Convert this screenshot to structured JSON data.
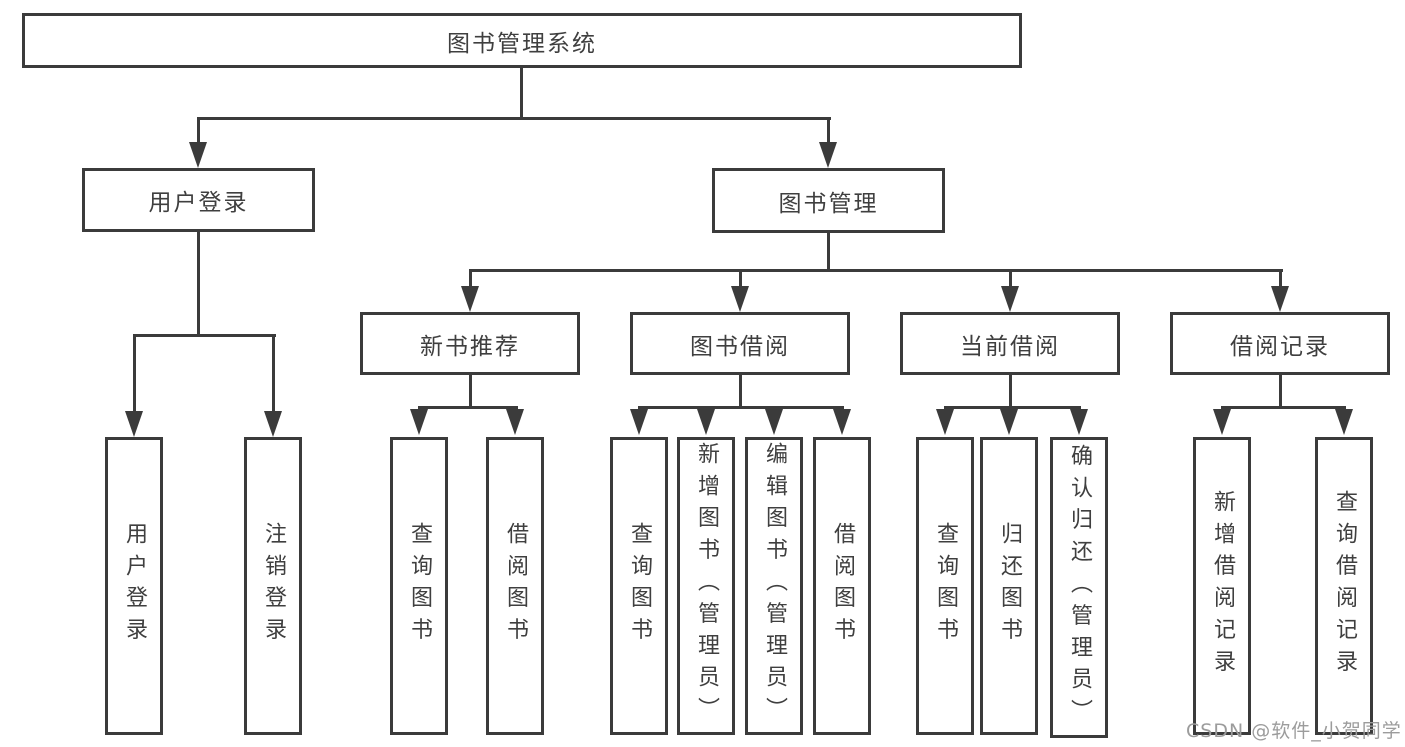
{
  "diagram_title": "图书管理系统",
  "nodes": {
    "root": "图书管理系统",
    "user_login": "用户登录",
    "book_management": "图书管理",
    "new_book_recommend": "新书推荐",
    "book_borrowing": "图书借阅",
    "current_borrowing": "当前借阅",
    "borrowing_records": "借阅记录",
    "leaf_user_login": "用户登录",
    "leaf_logout": "注销登录",
    "nbr_query_books": "查询图书",
    "nbr_borrow_books": "借阅图书",
    "bb_query_books": "查询图书",
    "bb_add_books": "新增图书（管理员）",
    "bb_edit_books": "编辑图书（管理员）",
    "bb_borrow_books": "借阅图书",
    "cb_query_books": "查询图书",
    "cb_return_books": "归还图书",
    "cb_confirm_return": "确认归还（管理员）",
    "br_add_record": "新增借阅记录",
    "br_query_record": "查询借阅记录"
  },
  "watermark": "CSDN @软件_小贺同学",
  "colors": {
    "line": "#3b3b3b",
    "text": "#3f3f3f",
    "watermark_text": "#9c9c9c",
    "background": "#ffffff"
  }
}
